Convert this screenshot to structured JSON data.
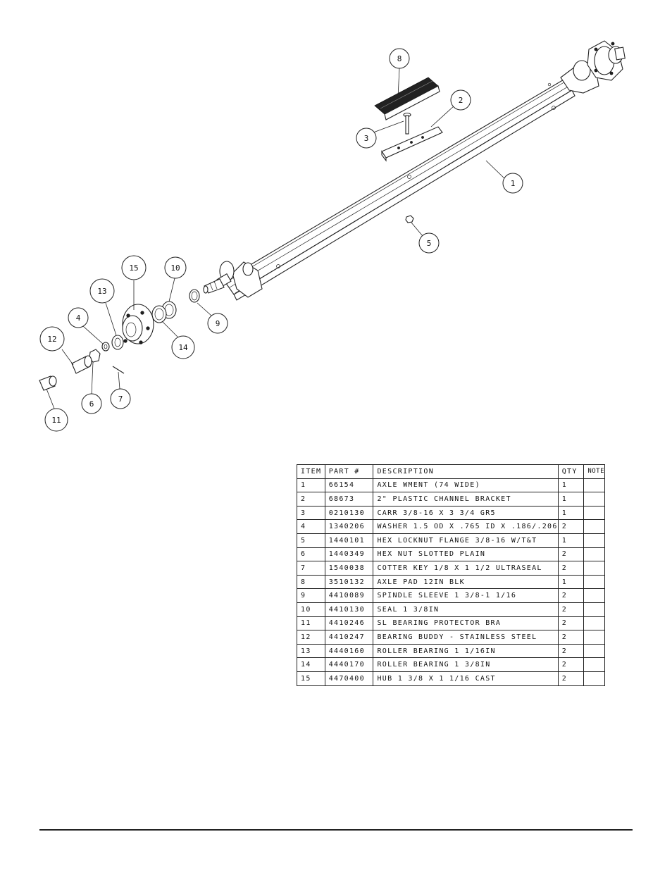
{
  "callouts": [
    "1",
    "2",
    "3",
    "4",
    "5",
    "6",
    "7",
    "8",
    "9",
    "10",
    "11",
    "12",
    "13",
    "14",
    "15"
  ],
  "bom": {
    "headers": {
      "item": "ITEM",
      "part": "PART #",
      "description": "DESCRIPTION",
      "qty": "QTY",
      "note": "NOTE"
    },
    "rows": [
      {
        "item": "1",
        "part": "66154",
        "description": "AXLE WMENT (74 WIDE)",
        "qty": "1",
        "note": ""
      },
      {
        "item": "2",
        "part": "68673",
        "description": "2\" PLASTIC CHANNEL BRACKET",
        "qty": "1",
        "note": ""
      },
      {
        "item": "3",
        "part": "0210130",
        "description": "CARR 3/8-16 X 3 3/4 GR5",
        "qty": "1",
        "note": ""
      },
      {
        "item": "4",
        "part": "1340206",
        "description": "WASHER 1.5 OD X .765 ID X .186/.206",
        "qty": "2",
        "note": ""
      },
      {
        "item": "5",
        "part": "1440101",
        "description": "HEX LOCKNUT FLANGE 3/8-16 W/T&T",
        "qty": "1",
        "note": ""
      },
      {
        "item": "6",
        "part": "1440349",
        "description": "HEX NUT SLOTTED PLAIN",
        "qty": "2",
        "note": ""
      },
      {
        "item": "7",
        "part": "1540038",
        "description": "COTTER KEY 1/8 X 1 1/2 ULTRASEAL",
        "qty": "2",
        "note": ""
      },
      {
        "item": "8",
        "part": "3510132",
        "description": "AXLE PAD 12IN  BLK",
        "qty": "1",
        "note": ""
      },
      {
        "item": "9",
        "part": "4410089",
        "description": "SPINDLE SLEEVE  1 3/8-1 1/16",
        "qty": "2",
        "note": ""
      },
      {
        "item": "10",
        "part": "4410130",
        "description": "SEAL  1 3/8IN",
        "qty": "2",
        "note": ""
      },
      {
        "item": "11",
        "part": "4410246",
        "description": "SL BEARING PROTECTOR BRA",
        "qty": "2",
        "note": ""
      },
      {
        "item": "12",
        "part": "4410247",
        "description": "BEARING BUDDY - STAINLESS STEEL",
        "qty": "2",
        "note": ""
      },
      {
        "item": "13",
        "part": "4440160",
        "description": "ROLLER BEARING   1 1/16IN",
        "qty": "2",
        "note": ""
      },
      {
        "item": "14",
        "part": "4440170",
        "description": "ROLLER BEARING   1 3/8IN",
        "qty": "2",
        "note": ""
      },
      {
        "item": "15",
        "part": "4470400",
        "description": "HUB  1 3/8 X 1 1/16 CAST",
        "qty": "2",
        "note": ""
      }
    ]
  }
}
